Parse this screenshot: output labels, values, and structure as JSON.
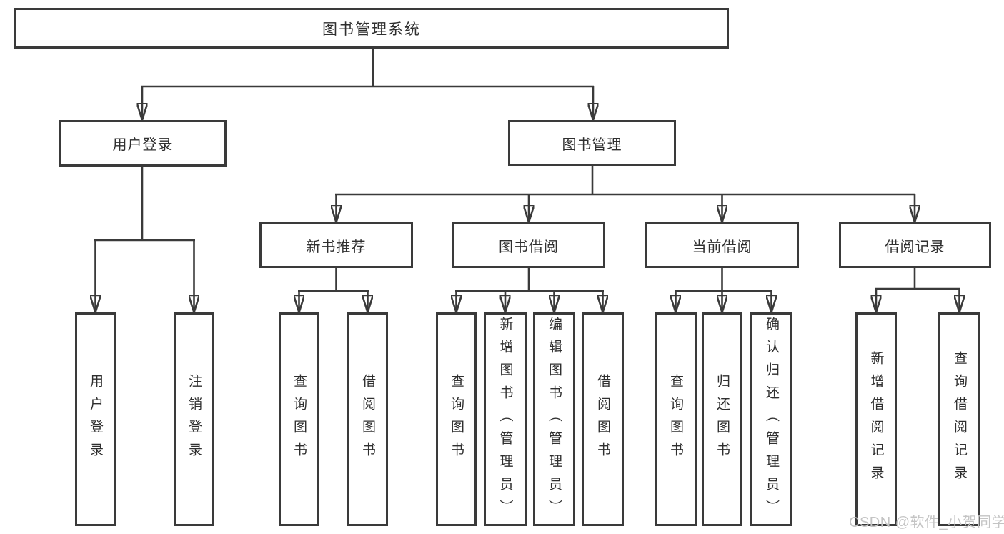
{
  "diagram": {
    "title": "图书管理系统",
    "type": "hierarchy-tree",
    "tree": {
      "label": "图书管理系统",
      "children": [
        {
          "label": "用户登录",
          "children": [
            {
              "label": "用户登录"
            },
            {
              "label": "注销登录"
            }
          ]
        },
        {
          "label": "图书管理",
          "children": [
            {
              "label": "新书推荐",
              "children": [
                {
                  "label": "查询图书"
                },
                {
                  "label": "借阅图书"
                }
              ]
            },
            {
              "label": "图书借阅",
              "children": [
                {
                  "label": "查询图书"
                },
                {
                  "label": "新增图书（管理员）"
                },
                {
                  "label": "编辑图书（管理员）"
                },
                {
                  "label": "借阅图书"
                }
              ]
            },
            {
              "label": "当前借阅",
              "children": [
                {
                  "label": "查询图书"
                },
                {
                  "label": "归还图书"
                },
                {
                  "label": "确认归还（管理员）"
                }
              ]
            },
            {
              "label": "借阅记录",
              "children": [
                {
                  "label": "新增借阅记录"
                },
                {
                  "label": "查询借阅记录"
                }
              ]
            }
          ]
        }
      ]
    },
    "watermark": {
      "text": "CSDN @软件_小贺同学",
      "color": "#c4c4c4"
    },
    "colors": {
      "line": "#3a3a3a",
      "box_border": "#3a3a3a",
      "box_fill": "#ffffff",
      "text": "#2f2f2f",
      "background": "#ffffff"
    }
  }
}
